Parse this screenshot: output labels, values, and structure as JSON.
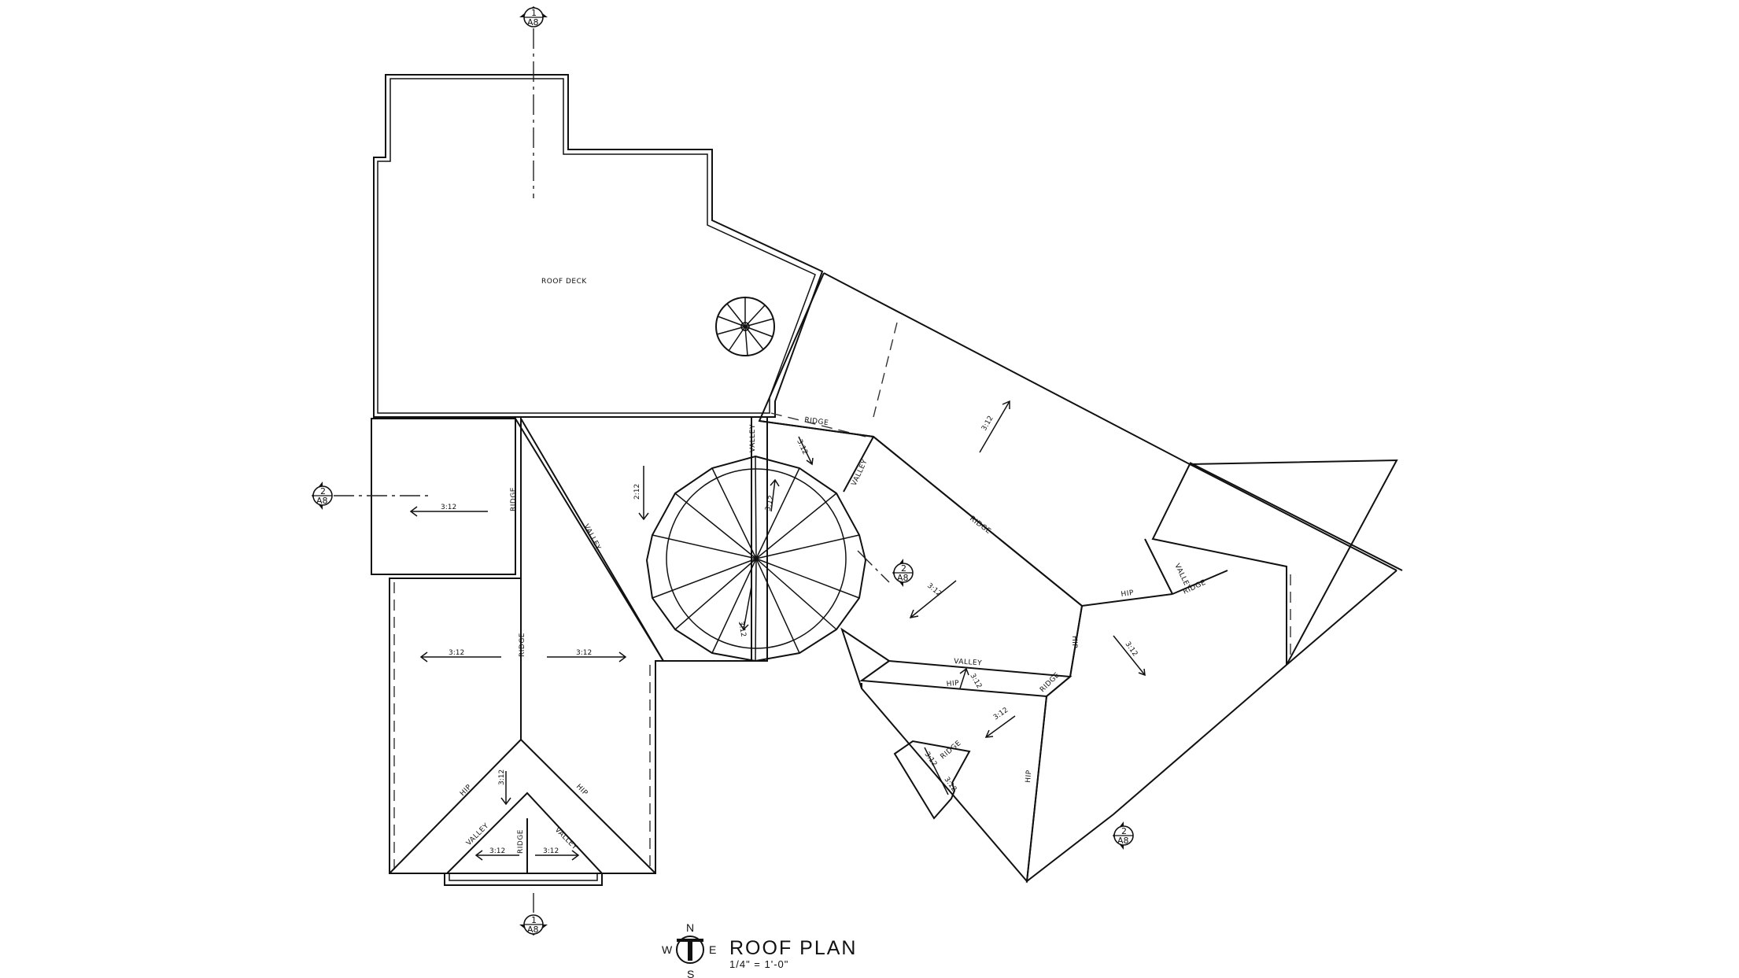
{
  "plan": {
    "title": "ROOF PLAN",
    "scale": "1/4\" = 1'-0\"",
    "roof_deck_label": "ROOF DECK"
  },
  "compass": {
    "n": "N",
    "s": "S",
    "e": "E",
    "w": "W"
  },
  "section_tags": [
    {
      "num": "1",
      "sheet": "A8"
    },
    {
      "num": "1",
      "sheet": "A8"
    },
    {
      "num": "2",
      "sheet": "A8"
    },
    {
      "num": "2",
      "sheet": "A8"
    },
    {
      "num": "2",
      "sheet": "A8"
    }
  ],
  "line_labels": {
    "ridge": "RIDGE",
    "valley": "VALLEY",
    "hip": "HIP"
  },
  "pitches": {
    "p312": "3:12",
    "p212": "2:12"
  }
}
